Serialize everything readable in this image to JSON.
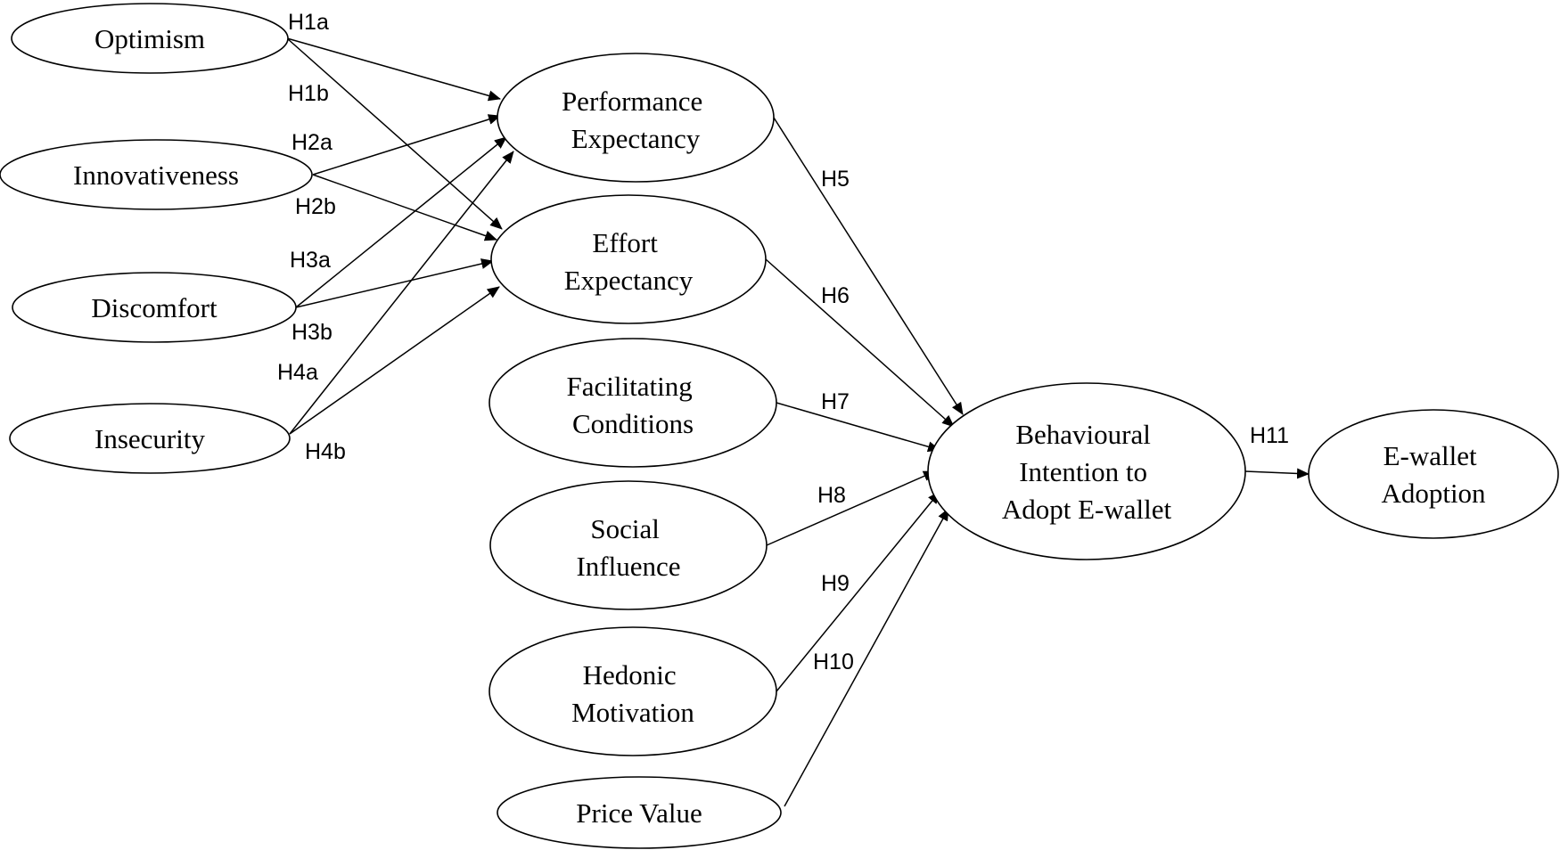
{
  "nodes": {
    "optimism": {
      "lines": [
        "Optimism"
      ]
    },
    "innovativeness": {
      "lines": [
        "Innovativeness"
      ]
    },
    "discomfort": {
      "lines": [
        "Discomfort"
      ]
    },
    "insecurity": {
      "lines": [
        "Insecurity"
      ]
    },
    "performance_expectancy": {
      "lines": [
        "Performance",
        "Expectancy"
      ]
    },
    "effort_expectancy": {
      "lines": [
        "Effort",
        "Expectancy"
      ]
    },
    "facilitating_conditions": {
      "lines": [
        "Facilitating",
        "Conditions"
      ]
    },
    "social_influence": {
      "lines": [
        "Social",
        "Influence"
      ]
    },
    "hedonic_motivation": {
      "lines": [
        "Hedonic",
        "Motivation"
      ]
    },
    "price_value": {
      "lines": [
        "Price Value"
      ]
    },
    "behavioural_intention": {
      "lines": [
        "Behavioural",
        "Intention to",
        "Adopt E-wallet"
      ]
    },
    "ewallet_adoption": {
      "lines": [
        "E-wallet",
        "Adoption"
      ]
    }
  },
  "edges": {
    "h1a": {
      "label": "H1a",
      "from": "optimism",
      "to": "performance_expectancy"
    },
    "h1b": {
      "label": "H1b",
      "from": "optimism",
      "to": "effort_expectancy"
    },
    "h2a": {
      "label": "H2a",
      "from": "innovativeness",
      "to": "performance_expectancy"
    },
    "h2b": {
      "label": "H2b",
      "from": "innovativeness",
      "to": "effort_expectancy"
    },
    "h3a": {
      "label": "H3a",
      "from": "discomfort",
      "to": "performance_expectancy"
    },
    "h3b": {
      "label": "H3b",
      "from": "discomfort",
      "to": "effort_expectancy"
    },
    "h4a": {
      "label": "H4a",
      "from": "insecurity",
      "to": "performance_expectancy"
    },
    "h4b": {
      "label": "H4b",
      "from": "insecurity",
      "to": "effort_expectancy"
    },
    "h5": {
      "label": "H5",
      "from": "performance_expectancy",
      "to": "behavioural_intention"
    },
    "h6": {
      "label": "H6",
      "from": "effort_expectancy",
      "to": "behavioural_intention"
    },
    "h7": {
      "label": "H7",
      "from": "facilitating_conditions",
      "to": "behavioural_intention"
    },
    "h8": {
      "label": "H8",
      "from": "social_influence",
      "to": "behavioural_intention"
    },
    "h9": {
      "label": "H9",
      "from": "hedonic_motivation",
      "to": "behavioural_intention"
    },
    "h10": {
      "label": "H10",
      "from": "price_value",
      "to": "behavioural_intention"
    },
    "h11": {
      "label": "H11",
      "from": "behavioural_intention",
      "to": "ewallet_adoption"
    }
  }
}
